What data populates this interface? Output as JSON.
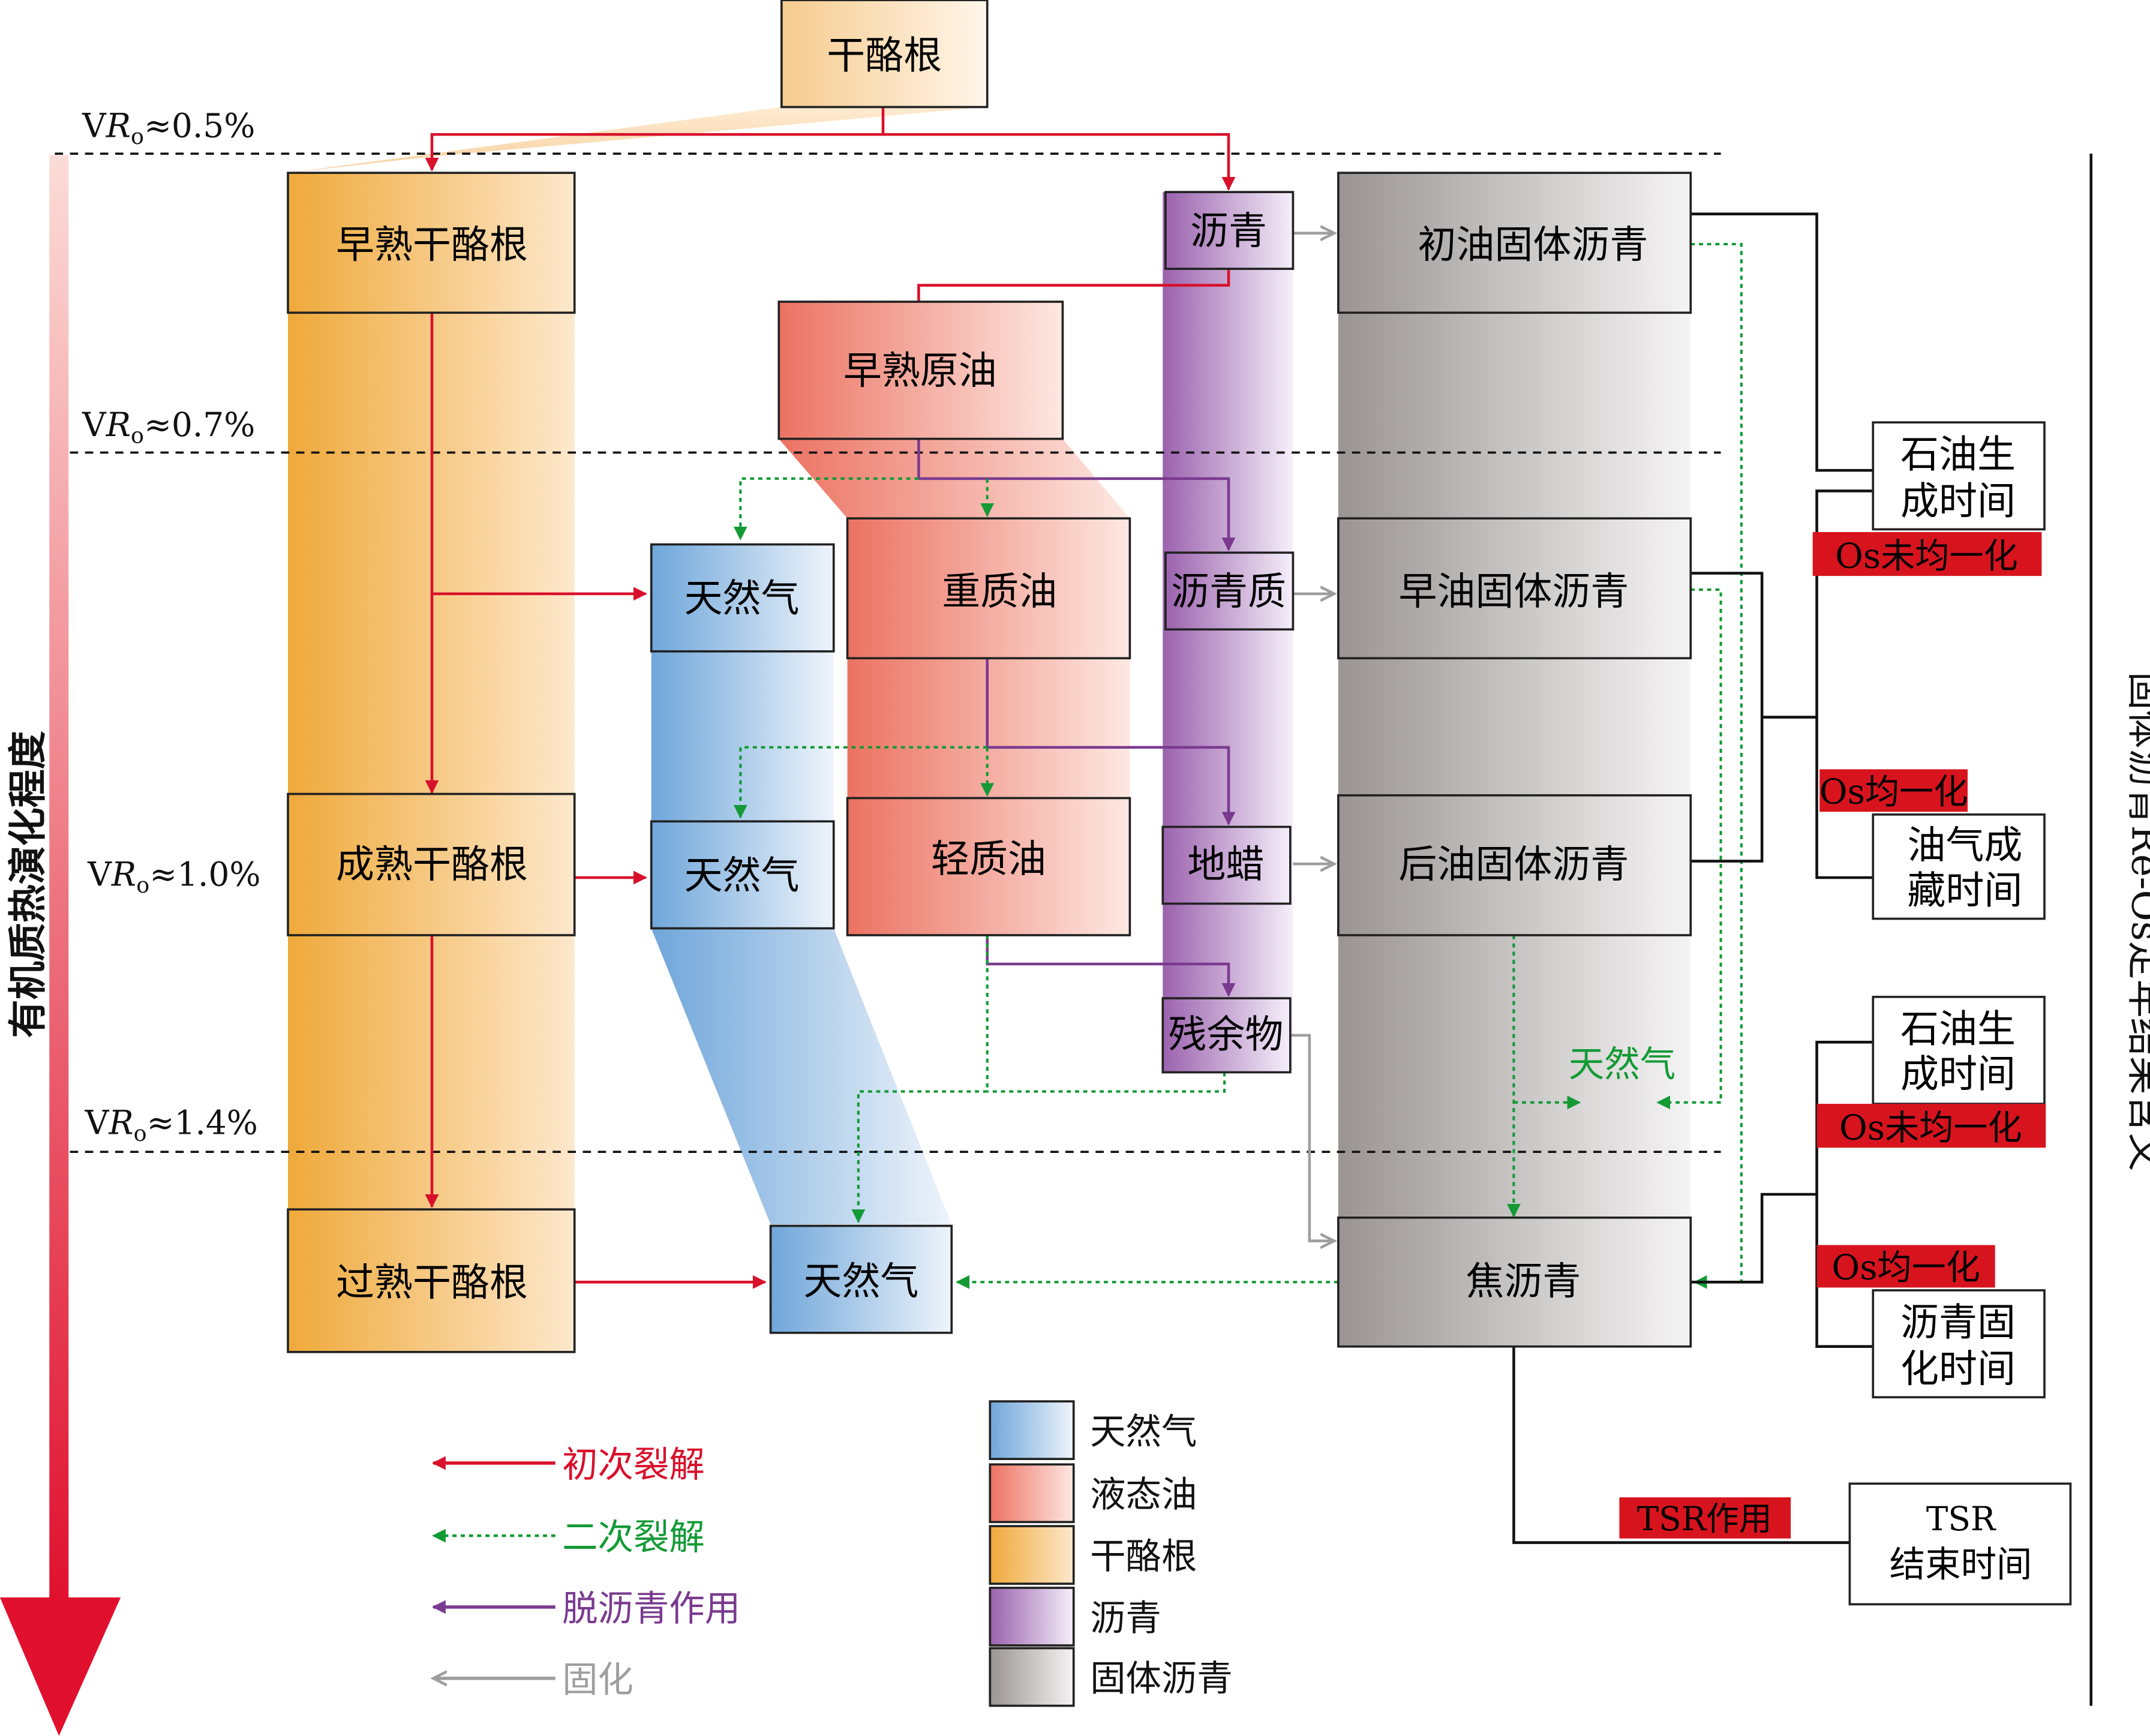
{
  "colors": {
    "primary_cracking": "#d9102b",
    "secondary_cracking": "#139a35",
    "deasphalting": "#7a3a8f",
    "solidification": "#9e9e9e",
    "tag_bg": "#d7141e"
  },
  "kerogen_top": "干酪根",
  "vr": {
    "v05": {
      "prefix": "V",
      "italic": "R",
      "sub": "o",
      "suffix": "≈0.5%"
    },
    "v07": {
      "prefix": "V",
      "italic": "R",
      "sub": "o",
      "suffix": "≈0.7%"
    },
    "v10": {
      "prefix": "V",
      "italic": "R",
      "sub": "o",
      "suffix": "≈1.0%"
    },
    "v14": {
      "prefix": "V",
      "italic": "R",
      "sub": "o",
      "suffix": "≈1.4%"
    }
  },
  "evolution_axis": "有机质热演化程度",
  "kerogen": {
    "early": "早熟干酪根",
    "mature": "成熟干酪根",
    "over": "过熟干酪根"
  },
  "oil": {
    "early": "早熟原油",
    "heavy": "重质油",
    "light": "轻质油"
  },
  "gas": {
    "g1": "天然气",
    "g2": "天然气",
    "g3": "天然气",
    "g4": "天然气"
  },
  "bitumen": {
    "bitumen": "沥青",
    "asphaltene": "沥青质",
    "wax": "地蜡",
    "residue": "残余物"
  },
  "solid_bitumen": {
    "initial": "初油固体沥青",
    "early": "早油固体沥青",
    "late": "后油固体沥青",
    "pyro": "焦沥青"
  },
  "meaning": {
    "title": "固体沥青Re-Os定年结果含义",
    "oil_gen_1": [
      "石油生",
      "成时间"
    ],
    "oil_gen_2": [
      "石油生",
      "成时间"
    ],
    "accumulation": [
      "油气成",
      "藏时间"
    ],
    "solidification": [
      "沥青固",
      "化时间"
    ],
    "tsr_end": [
      "TSR",
      "结束时间"
    ],
    "os_not_homog_1": "Os未均一化",
    "os_not_homog_2": "Os未均一化",
    "os_homog_1": "Os均一化",
    "os_homog_2": "Os均一化",
    "tsr": "TSR作用"
  },
  "legend": {
    "arrows": [
      "初次裂解",
      "二次裂解",
      "脱沥青作用",
      "固化"
    ],
    "fills": [
      "天然气",
      "液态油",
      "干酪根",
      "沥青",
      "固体沥青"
    ]
  }
}
